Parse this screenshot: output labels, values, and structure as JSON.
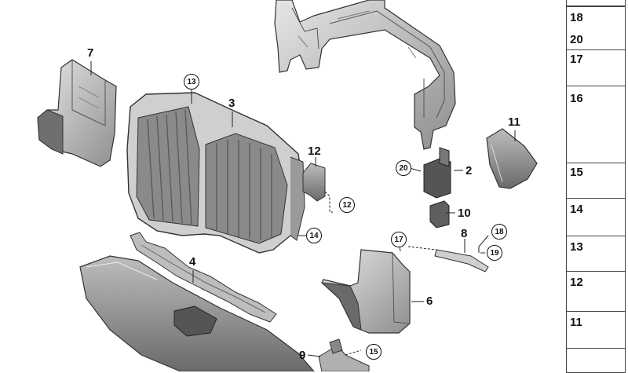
{
  "callouts": {
    "c7": "7",
    "c13": "13",
    "c3": "3",
    "c11": "11",
    "c12": "12",
    "c20": "20",
    "c2": "2",
    "c12b": "12",
    "c10": "10",
    "c14": "14",
    "c17": "17",
    "c8": "8",
    "c18": "18",
    "c19": "19",
    "c4": "4",
    "c6": "6",
    "c9": "9",
    "c15": "15"
  },
  "sidebar": {
    "items": [
      {
        "labels": [
          "18",
          "20"
        ]
      },
      {
        "labels": [
          "17"
        ]
      },
      {
        "labels": [
          "16"
        ]
      },
      {
        "labels": [
          "15"
        ]
      },
      {
        "labels": [
          "14"
        ]
      },
      {
        "labels": [
          "13"
        ]
      },
      {
        "labels": [
          "12"
        ]
      },
      {
        "labels": [
          "11"
        ]
      }
    ]
  },
  "colors": {
    "part_fill": "#d9d9d9",
    "part_dark": "#9a9a9a",
    "part_shadow": "#6e6e6e",
    "line": "#222222"
  }
}
